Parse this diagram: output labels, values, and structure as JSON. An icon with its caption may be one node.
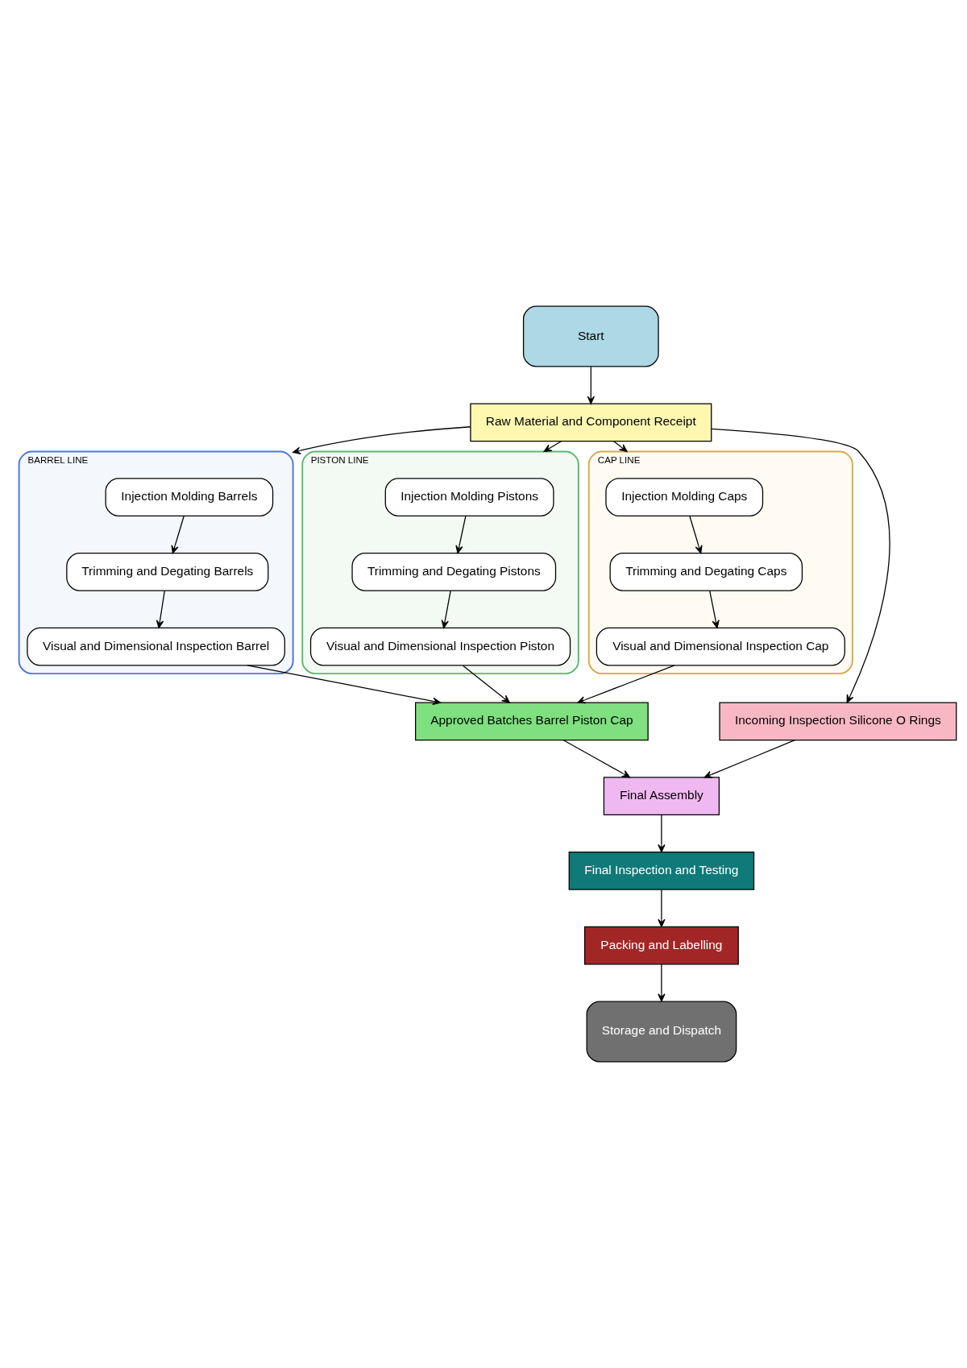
{
  "diagram": {
    "nodes": [
      {
        "text": [
          "Start"
        ]
      },
      {
        "text": [
          "Raw Material and Component Receipt"
        ]
      },
      {
        "text": [
          "BARREL LINE"
        ]
      },
      {
        "text": [
          "Injection Molding Barrels"
        ],
        "in": 2
      },
      {
        "text": [
          "Trimming and Degating Barrels"
        ],
        "in": 2
      },
      {
        "text": [
          "Visual and Dimensional Inspection Barrel"
        ],
        "in": 2
      },
      {
        "text": [
          "PISTON LINE"
        ]
      },
      {
        "text": [
          "Injection Molding Pistons"
        ],
        "in": 6
      },
      {
        "text": [
          "Trimming and Degating Pistons"
        ],
        "in": 6
      },
      {
        "text": [
          "Visual and Dimensional Inspection Piston"
        ],
        "in": 6
      },
      {
        "text": [
          "CAP LINE"
        ]
      },
      {
        "text": [
          "Injection Molding Caps"
        ],
        "in": 10
      },
      {
        "text": [
          "Trimming and Degating Caps"
        ],
        "in": 10
      },
      {
        "text": [
          "Visual and Dimensional Inspection Cap"
        ],
        "in": 10
      },
      {
        "text": [
          "Incoming Inspection Silicone O Rings"
        ]
      },
      {
        "text": [
          "Approved Batches Barrel Piston Cap"
        ]
      },
      {
        "text": [
          "Final Assembly"
        ]
      },
      {
        "text": [
          "Final Inspection and Testing"
        ]
      },
      {
        "text": [
          "Packing and Labelling"
        ]
      },
      {
        "text": [
          "Storage and Dispatch"
        ]
      }
    ],
    "edges": [
      {
        "from": 0,
        "to": 1,
        "arrow": "to"
      },
      {
        "from": 1,
        "to": 2,
        "arrow": "to"
      },
      {
        "from": 1,
        "to": 6,
        "arrow": "to"
      },
      {
        "from": 1,
        "to": 10,
        "arrow": "to"
      },
      {
        "from": 1,
        "to": 14,
        "arrow": "to"
      },
      {
        "from": 3,
        "to": 4,
        "arrow": "to"
      },
      {
        "from": 4,
        "to": 5,
        "arrow": "to"
      },
      {
        "from": 7,
        "to": 8,
        "arrow": "to"
      },
      {
        "from": 8,
        "to": 9,
        "arrow": "to"
      },
      {
        "from": 11,
        "to": 12,
        "arrow": "to"
      },
      {
        "from": 12,
        "to": 13,
        "arrow": "to"
      },
      {
        "from": 5,
        "to": 15,
        "arrow": "to"
      },
      {
        "from": 9,
        "to": 15,
        "arrow": "to"
      },
      {
        "from": 13,
        "to": 15,
        "arrow": "to"
      },
      {
        "from": 15,
        "to": 16,
        "arrow": "to"
      },
      {
        "from": 14,
        "to": 16,
        "arrow": "to"
      },
      {
        "from": 16,
        "to": 17,
        "arrow": "to"
      },
      {
        "from": 17,
        "to": 18,
        "arrow": "to"
      },
      {
        "from": 18,
        "to": 19,
        "arrow": "to"
      }
    ]
  }
}
